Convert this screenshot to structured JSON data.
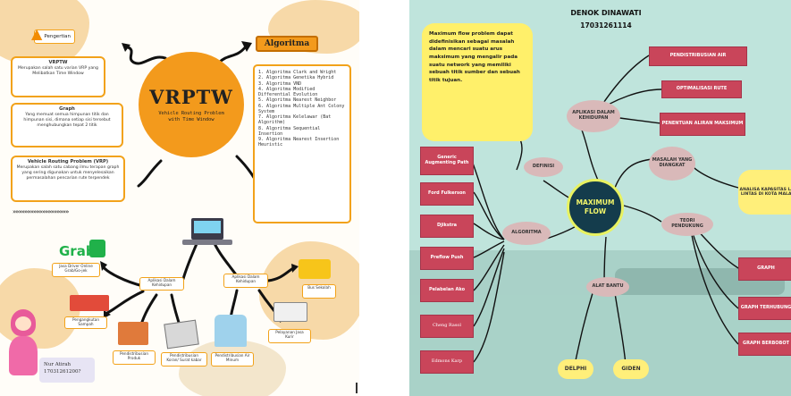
{
  "left": {
    "pengertian": "Pengertian",
    "vrptw_box": {
      "title": "VRPTW",
      "text": "Merupakan salah satu varian VRP yang Melibatkan Time Window"
    },
    "graph_box": {
      "title": "Graph",
      "text": "Yang memuat semua himpunan titik dan himpunan sisi, dimana setiap sisi tersebut menghubungkan tepat 2 titik"
    },
    "vrp_box": {
      "title": "Vehicle Routing Problem (VRP)",
      "text": "Merupakan salah satu cabang ilmu terapan graph yang sering digunakan untuk menyelesaikan permasalahan pencarian rute terpendek"
    },
    "center": {
      "title": "VRPTW",
      "subtitle": "Vehicle Routing Problem with Time Window"
    },
    "algoritma_label": "Algoritma",
    "algoritma_items": [
      "1. Algoritma Clark and Wright",
      "2. Algoritma Genetika Hybrid",
      "3. Algoritma VND",
      "4. Algoritma Modified Differential Evolution",
      "5. Algoritma Nearest Neighbor",
      "6. Algoritma Multiple Ant Colony System",
      "7. Algoritma Kelelawar (Bat Algorithm)",
      "8. Algoritma Sequential Insertion",
      "9. Algoritma Nearest Insertion Heuristic"
    ],
    "grab_logo": "Grab",
    "aplikasi_left": "Aplikasi Dalam Kehidupan",
    "aplikasi_right": "Aplikasi Dalam Kehidupan",
    "apps": [
      "Jasa Driver Online Grab/Go-jek",
      "Pengangkutan Sampah",
      "Pendistribusian Produk",
      "Pendistribusian Koran/ Surat kabar",
      "Pendistribusian Air Minum",
      "Pelayanan Jasa Kurir",
      "Bus Sekolah"
    ],
    "author_name": "Nur Atirah",
    "author_id": "17031261200?"
  },
  "right": {
    "author": "DENOK DINAWATI",
    "nim": "17031261114",
    "definition": "Maximum flow problem dapat didefinisikan sebagai masalah dalam mencari suatu arus maksimum yang mengalir pada suatu network yang memiliki sebuah titik sumber dan sebuah titik tujuan.",
    "center": "MAXIMUM FLOW",
    "definisi": "DEFINISI",
    "aplikasi": "APLIKASI DALAM KEHIDUPAN",
    "masalah": "MASALAH YANG DIANGKAT",
    "algoritma": "ALGORITMA",
    "teori": "TEORI PENDUKUNG",
    "alat": "ALAT BANTU",
    "aplikasi_items": [
      "PENDISTRIBUSIAN AIR",
      "OPTIMALISASI RUTE",
      "PENENTUAN ALIRAN MAKSIMUM"
    ],
    "masalah_text": "ANALISA KAPASITAS LALU LINTAS DI KOTA MALANG",
    "algo_items": [
      "Generic Augmenting Path",
      "Ford Fulkerson",
      "Djikstra",
      "Preflow Push",
      "Pelabelan Ako",
      "Cheng Rasol",
      "Edmons Karp"
    ],
    "teori_items": [
      "GRAPH",
      "GRAPH TERHUBUNG",
      "GRAPH BERBOBOT"
    ],
    "alat_items": [
      "DELPHI",
      "GIDEN"
    ]
  }
}
